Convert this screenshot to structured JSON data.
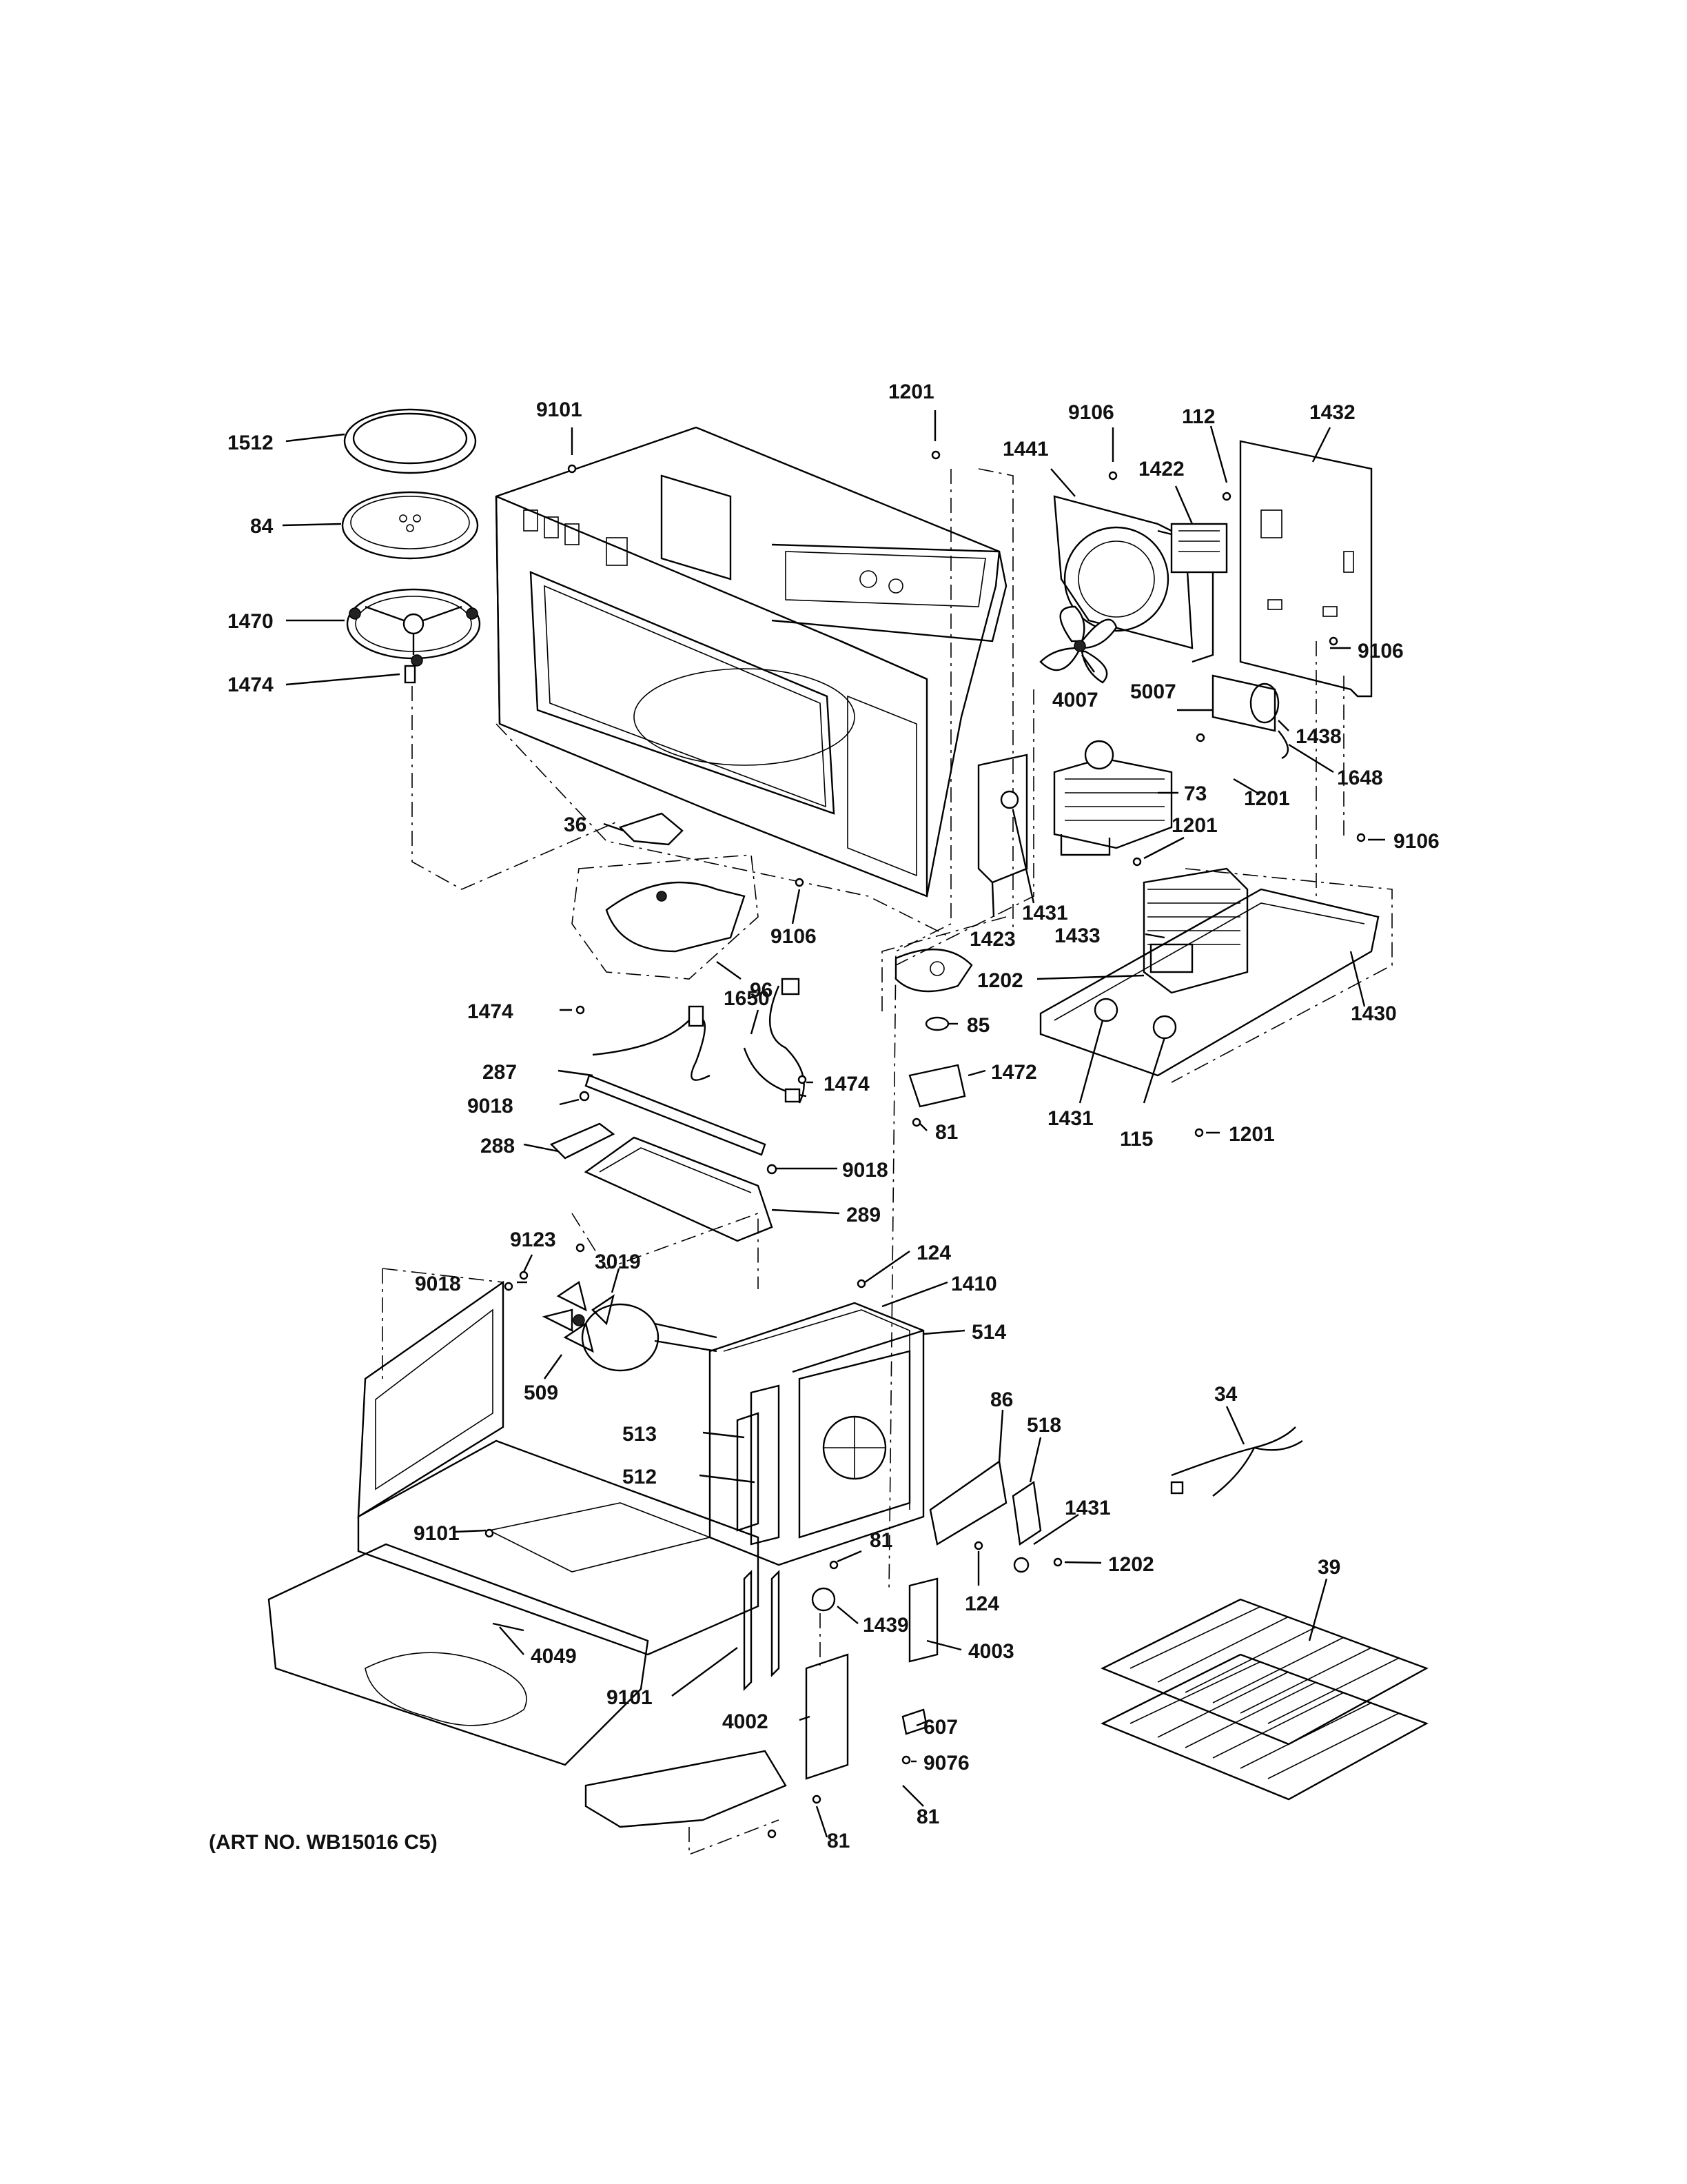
{
  "art_number": "(ART NO. WB15016 C5)",
  "callouts": [
    {
      "id": "1512",
      "text": "1512"
    },
    {
      "id": "84",
      "text": "84"
    },
    {
      "id": "1470",
      "text": "1470"
    },
    {
      "id": "1474a",
      "text": "1474"
    },
    {
      "id": "9101a",
      "text": "9101"
    },
    {
      "id": "1201a",
      "text": "1201"
    },
    {
      "id": "9106a",
      "text": "9106"
    },
    {
      "id": "112",
      "text": "112"
    },
    {
      "id": "1432",
      "text": "1432"
    },
    {
      "id": "1441",
      "text": "1441"
    },
    {
      "id": "1422",
      "text": "1422"
    },
    {
      "id": "9106b",
      "text": "9106"
    },
    {
      "id": "4007",
      "text": "4007"
    },
    {
      "id": "5007",
      "text": "5007"
    },
    {
      "id": "1438",
      "text": "1438"
    },
    {
      "id": "1648",
      "text": "1648"
    },
    {
      "id": "73",
      "text": "73"
    },
    {
      "id": "1201b",
      "text": "1201"
    },
    {
      "id": "1201c",
      "text": "1201"
    },
    {
      "id": "9106c",
      "text": "9106"
    },
    {
      "id": "36",
      "text": "36"
    },
    {
      "id": "9106d",
      "text": "9106"
    },
    {
      "id": "1431a",
      "text": "1431"
    },
    {
      "id": "1423",
      "text": "1423"
    },
    {
      "id": "1433",
      "text": "1433"
    },
    {
      "id": "96",
      "text": "96"
    },
    {
      "id": "1202a",
      "text": "1202"
    },
    {
      "id": "1430",
      "text": "1430"
    },
    {
      "id": "1474b",
      "text": "1474"
    },
    {
      "id": "1650",
      "text": "1650"
    },
    {
      "id": "85",
      "text": "85"
    },
    {
      "id": "287",
      "text": "287"
    },
    {
      "id": "1474c",
      "text": "1474"
    },
    {
      "id": "1472",
      "text": "1472"
    },
    {
      "id": "9018a",
      "text": "9018"
    },
    {
      "id": "1431b",
      "text": "1431"
    },
    {
      "id": "81a",
      "text": "81"
    },
    {
      "id": "115",
      "text": "115"
    },
    {
      "id": "1201d",
      "text": "1201"
    },
    {
      "id": "288",
      "text": "288"
    },
    {
      "id": "9018b",
      "text": "9018"
    },
    {
      "id": "289",
      "text": "289"
    },
    {
      "id": "9123",
      "text": "9123"
    },
    {
      "id": "3019",
      "text": "3019"
    },
    {
      "id": "124a",
      "text": "124"
    },
    {
      "id": "9018c",
      "text": "9018"
    },
    {
      "id": "1410",
      "text": "1410"
    },
    {
      "id": "514",
      "text": "514"
    },
    {
      "id": "509",
      "text": "509"
    },
    {
      "id": "34",
      "text": "34"
    },
    {
      "id": "86",
      "text": "86"
    },
    {
      "id": "518",
      "text": "518"
    },
    {
      "id": "513",
      "text": "513"
    },
    {
      "id": "512",
      "text": "512"
    },
    {
      "id": "1431c",
      "text": "1431"
    },
    {
      "id": "9101b",
      "text": "9101"
    },
    {
      "id": "81b",
      "text": "81"
    },
    {
      "id": "1202b",
      "text": "1202"
    },
    {
      "id": "39",
      "text": "39"
    },
    {
      "id": "124b",
      "text": "124"
    },
    {
      "id": "1439",
      "text": "1439"
    },
    {
      "id": "4049",
      "text": "4049"
    },
    {
      "id": "4003",
      "text": "4003"
    },
    {
      "id": "9101c",
      "text": "9101"
    },
    {
      "id": "4002",
      "text": "4002"
    },
    {
      "id": "607",
      "text": "607"
    },
    {
      "id": "9076",
      "text": "9076"
    },
    {
      "id": "81c",
      "text": "81"
    },
    {
      "id": "81d",
      "text": "81"
    }
  ]
}
